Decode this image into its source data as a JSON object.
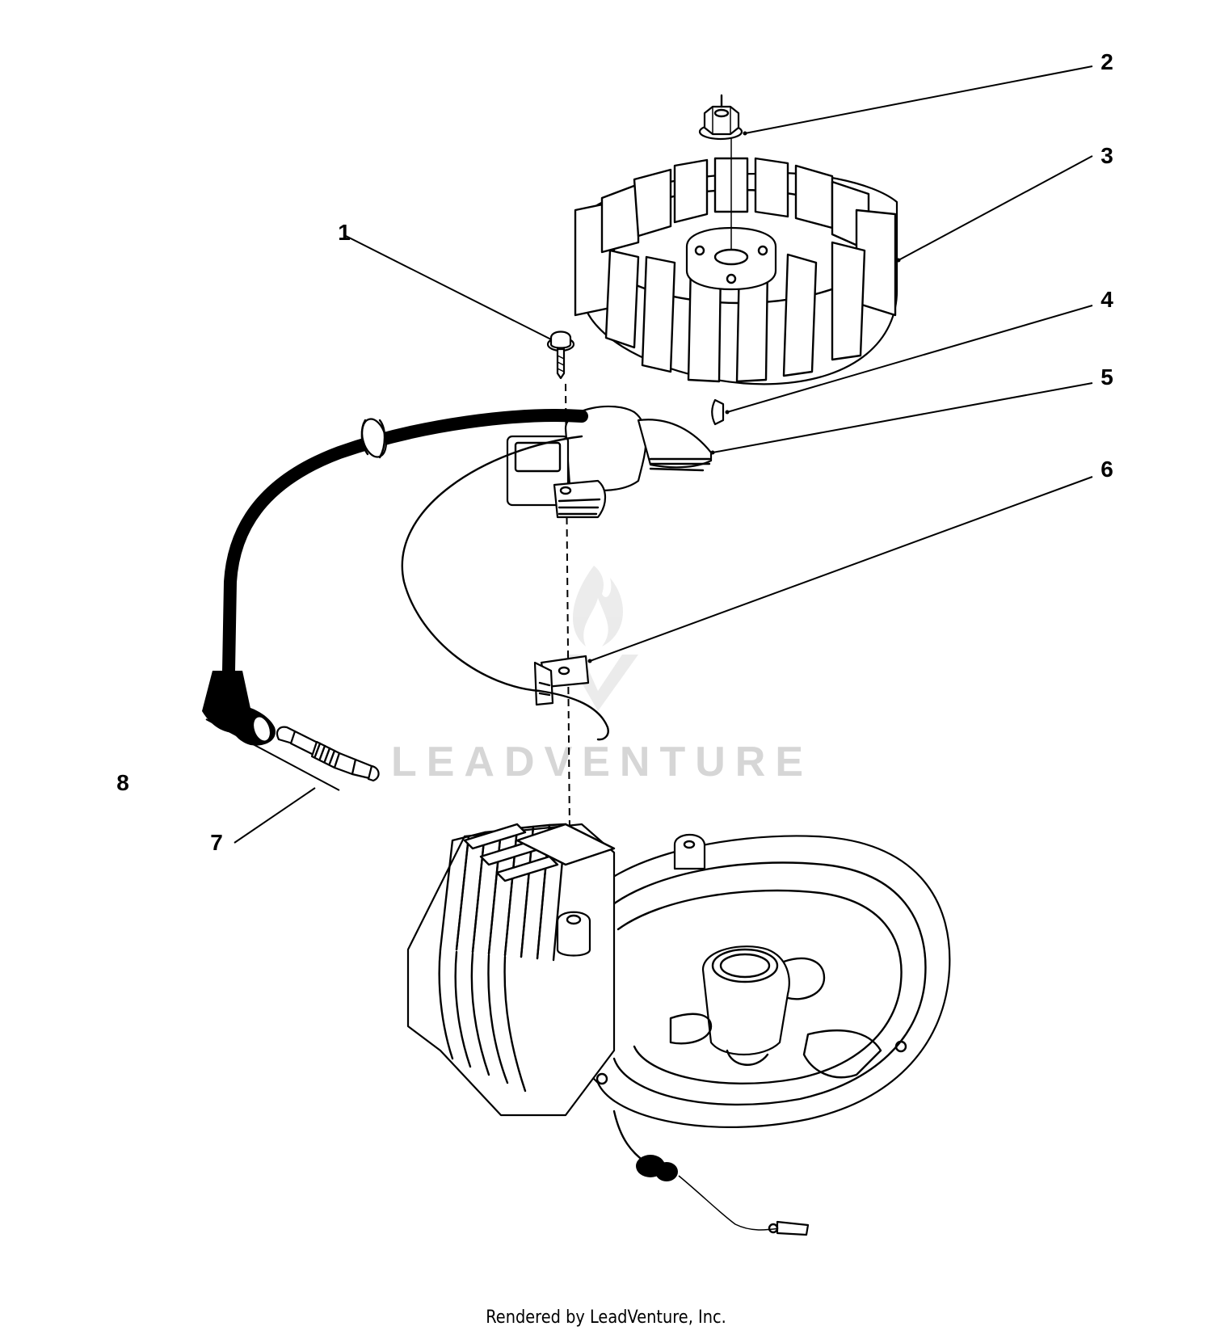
{
  "callouts": [
    {
      "id": "1",
      "label": "1"
    },
    {
      "id": "2",
      "label": "2"
    },
    {
      "id": "3",
      "label": "3"
    },
    {
      "id": "4",
      "label": "4"
    },
    {
      "id": "5",
      "label": "5"
    },
    {
      "id": "6",
      "label": "6"
    },
    {
      "id": "7",
      "label": "7"
    },
    {
      "id": "8",
      "label": "8"
    }
  ],
  "watermark": {
    "text": "LEADVENTURE"
  },
  "footer": {
    "text": "Rendered by LeadVenture, Inc."
  },
  "colors": {
    "line": "#000000",
    "background": "#ffffff",
    "watermark": "#d6d6d6"
  }
}
